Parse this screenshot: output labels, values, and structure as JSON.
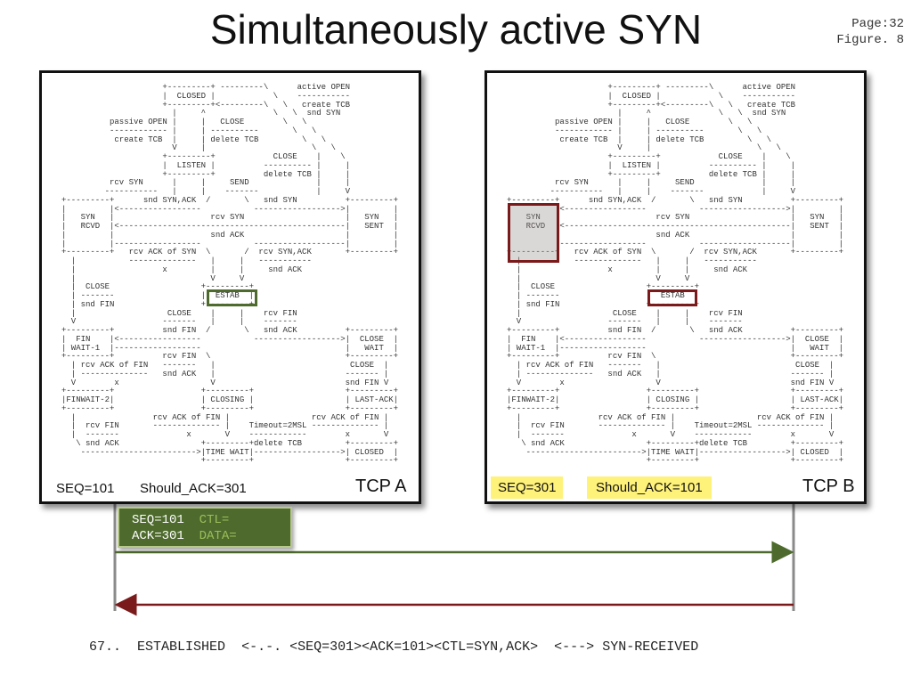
{
  "slide": {
    "title": "Simultaneously active SYN",
    "page": "Page:32",
    "figure": "Figure. 8"
  },
  "fsm_text": "                     +---------+ ---------\\      active OPEN\n                     |  CLOSED |            \\    -----------\n                     +---------+<---------\\   \\   create TCB\n                       |     ^              \\   \\  snd SYN\n          passive OPEN |     |   CLOSE        \\   \\\n          ------------ |     | ----------       \\   \\\n           create TCB  |     | delete TCB         \\   \\\n                       V     |                      \\   \\\n                     +---------+            CLOSE    |    \\\n                     |  LISTEN |          ---------- |     |\n                     +---------+          delete TCB |     |\n          rcv SYN      |     |     SEND              |     |\n         -----------   |     |    -------            |     V\n+---------+      snd SYN,ACK  /       \\   snd SYN          +---------+\n|         |<-----------------           ------------------>|         |\n|   SYN   |                    rcv SYN                     |   SYN   |\n|   RCVD  |<-----------------------------------------------|   SENT  |\n|         |                    snd ACK                     |         |\n|         |------------------           -------------------|         |\n+---------+   rcv ACK of SYN  \\       /  rcv SYN,ACK       +---------+\n  |           --------------   |     |   -----------\n  |                  x         |     |     snd ACK\n  |                            V     V\n  |  CLOSE                   +---------+\n  | -------                  |  ESTAB  |\n  | snd FIN                  +---------+\n  |                   CLOSE    |     |    rcv FIN\n  V                  -------   |     |    -------\n+---------+          snd FIN  /       \\   snd ACK          +---------+\n|  FIN    |<-----------------           ------------------>|  CLOSE  |\n| WAIT-1  |------------------                              |   WAIT  |\n+---------+          rcv FIN  \\                            +---------+\n  | rcv ACK of FIN   -------   |                            CLOSE  |\n  | --------------   snd ACK   |                           ------- |\n  V        x                   V                           snd FIN V\n+---------+                  +---------+                   +---------+\n|FINWAIT-2|                  | CLOSING |                   | LAST-ACK|\n+---------+                  +---------+                   +---------+\n  |                rcv ACK of FIN |                 rcv ACK of FIN |\n  |  rcv FIN       -------------- |    Timeout=2MSL -------------- |\n  |  -------              x       V    ------------        x       V\n   \\ snd ACK                 +---------+delete TCB         +---------+\n    ------------------------>|TIME WAIT|------------------>| CLOSED  |\n                             +---------+                   +---------+",
  "tcp_a": {
    "name": "TCP A",
    "seq": "SEQ=101",
    "should_ack": "Should_ACK=301",
    "highlight_color": "#4e6b2d"
  },
  "tcp_b": {
    "name": "TCP B",
    "seq": "SEQ=301",
    "should_ack": "Should_ACK=101",
    "highlight_color": "#7a1a1a",
    "annotation_bg": "#fff27a"
  },
  "packet": {
    "seq": "SEQ=101",
    "ack": "ACK=301",
    "ctl": "CTL=",
    "data": "DATA=",
    "color": "#4e6b2d"
  },
  "bottom_line": {
    "num": "67..",
    "state_a": "ESTABLISHED",
    "arrow_a": "<-.-.",
    "segment": "<SEQ=301><ACK=101><CTL=SYN,ACK>",
    "arrow_b": "<--->",
    "state_b": "SYN-RECEIVED"
  },
  "arrows": {
    "forward_color": "#4e6b2d",
    "backward_color": "#7a1a1a",
    "line_color": "#8a8a8a"
  }
}
